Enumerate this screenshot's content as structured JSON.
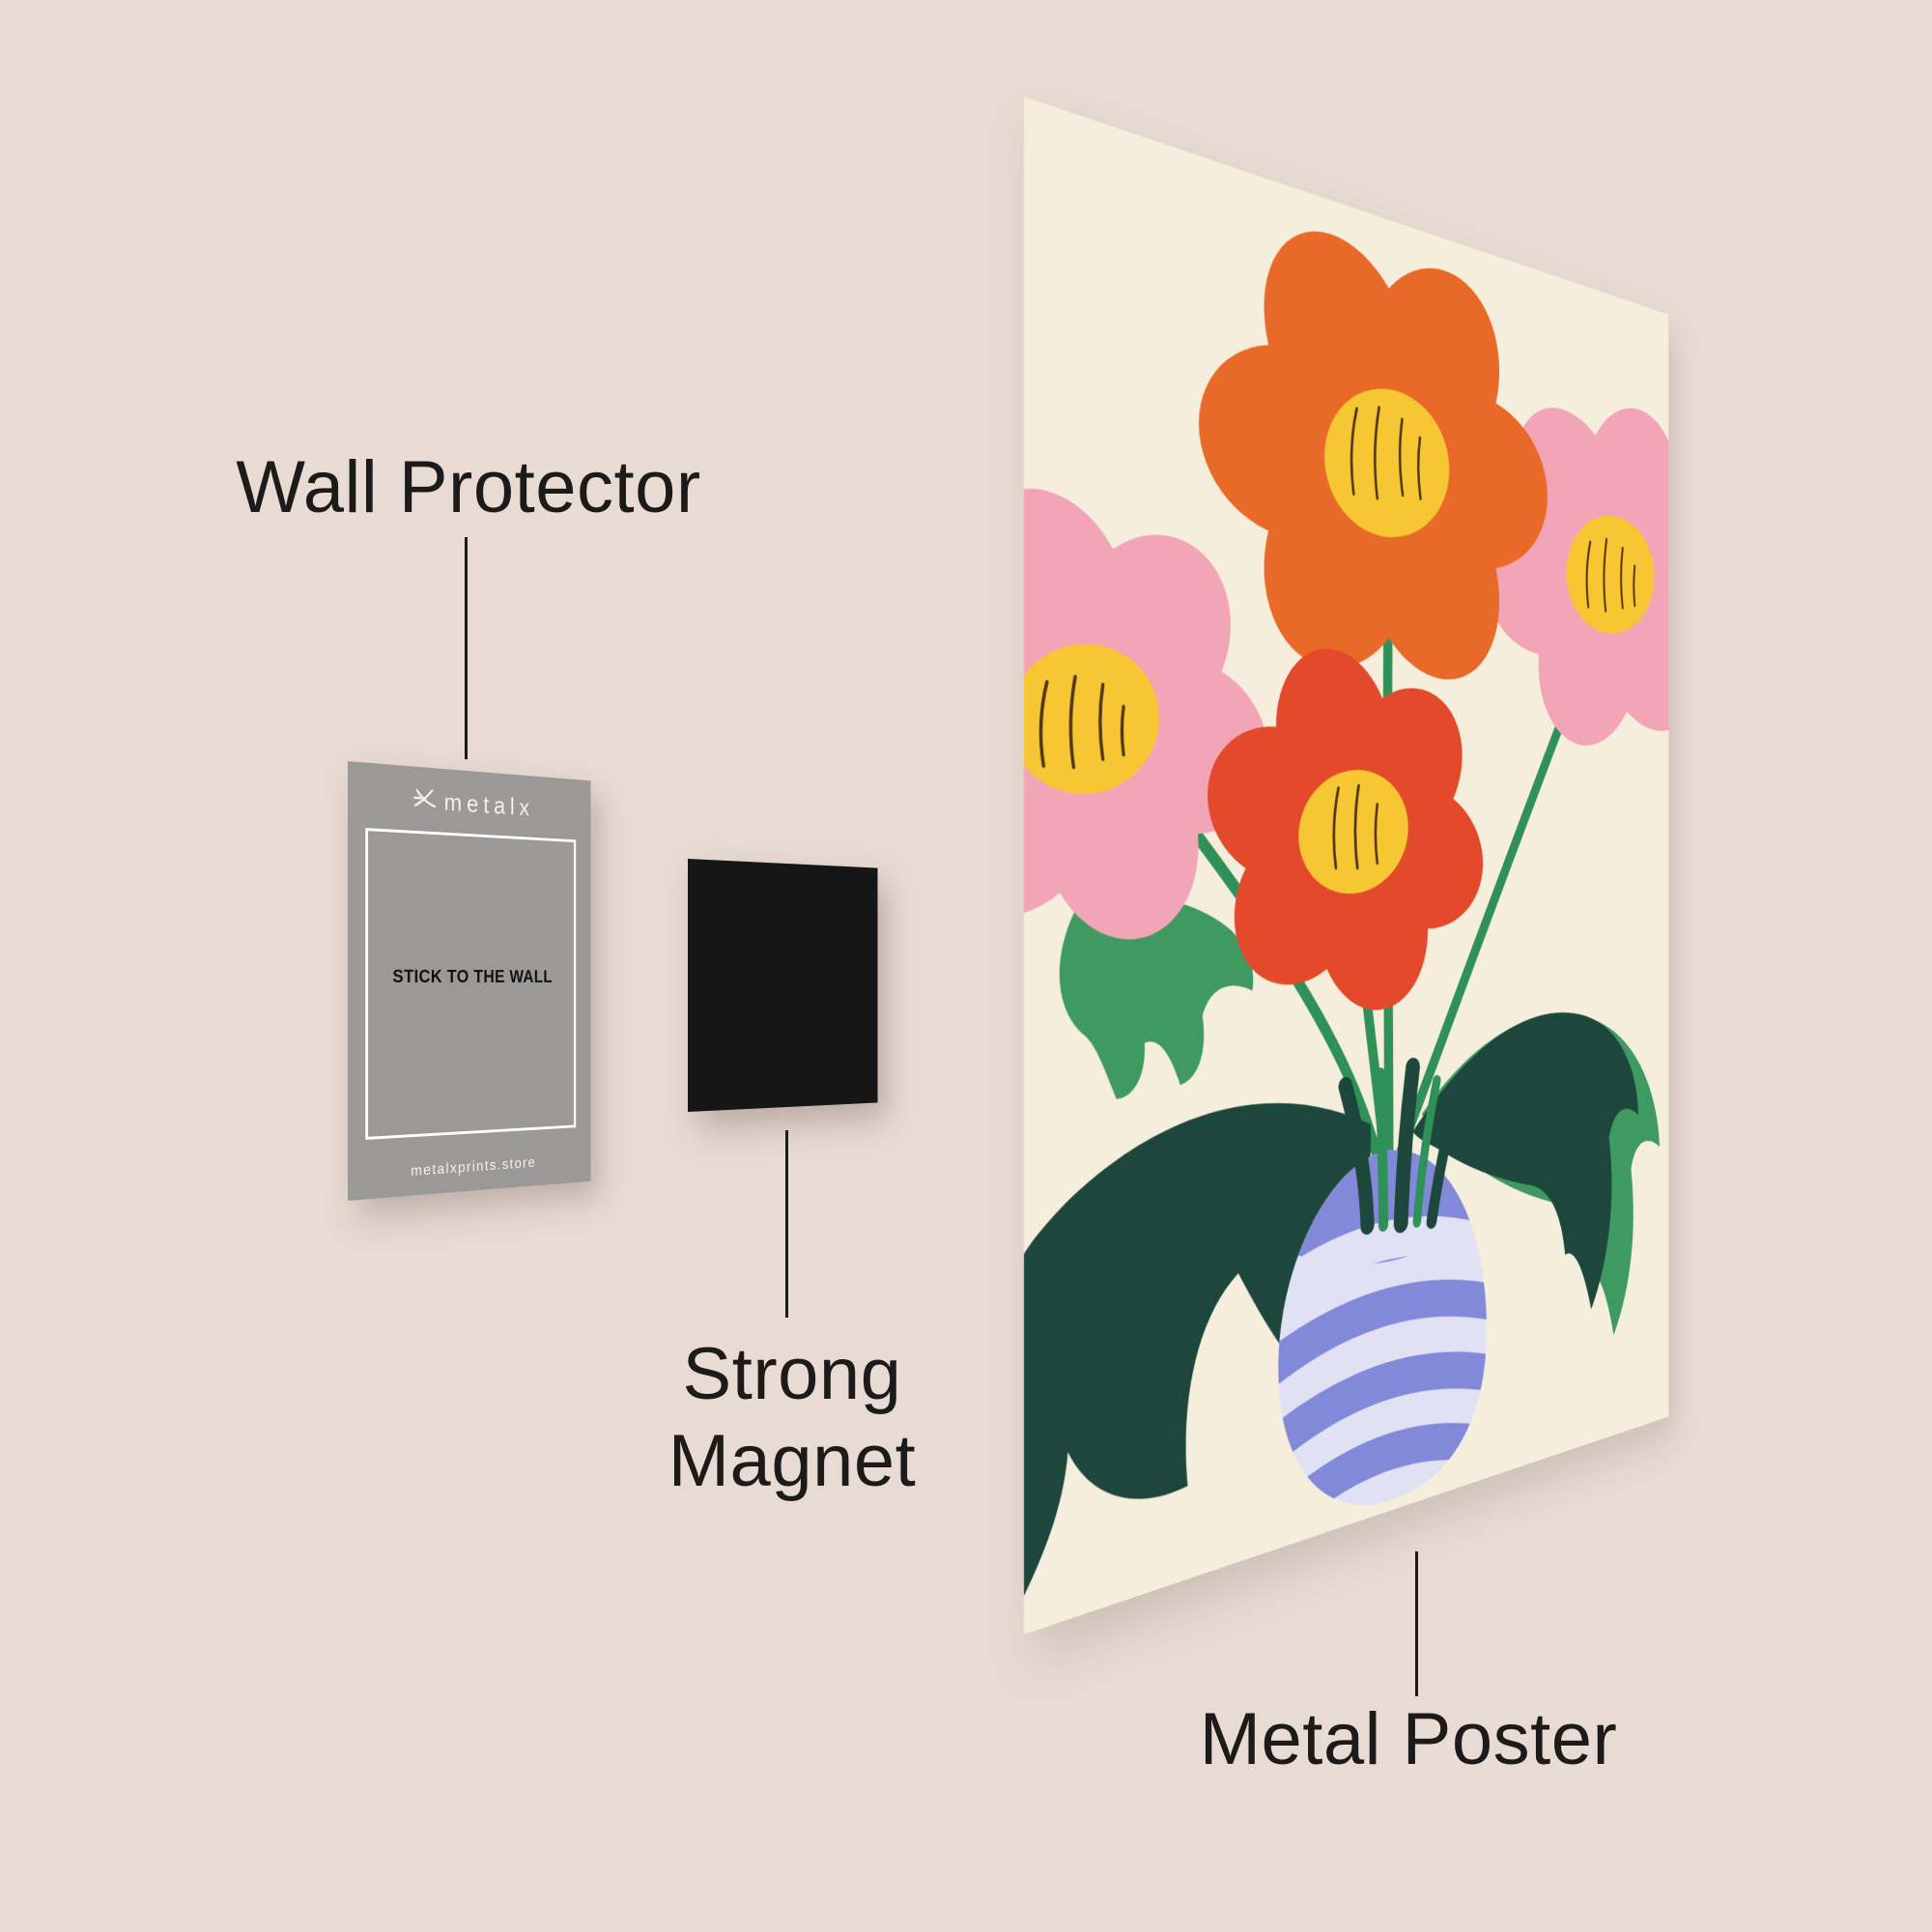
{
  "scene": {
    "wall_color": "#e8dbd3",
    "text_color": "#1d1b1a"
  },
  "wall_protector": {
    "label": "Wall Protector",
    "brand": "metalx",
    "card_text": "STICK TO THE WALL",
    "footer": "metalxprints.store",
    "card_color": "#9b9997"
  },
  "magnet": {
    "label_lines": [
      "Strong",
      "Magnet"
    ],
    "color": "#161616"
  },
  "poster": {
    "label": "Metal Poster",
    "artwork": {
      "subject": "flowers-in-striped-vase-illustration",
      "background": "#f5eedd",
      "pink": "#f2a5b7",
      "orange": "#e96a28",
      "red": "#e3492b",
      "yellow": "#f7c733",
      "scribble": "#3d2512",
      "leaf_dark": "#1d473c",
      "leaf_green": "#3f9a62",
      "stem": "#2f9158",
      "vase_light": "#e0e1f3",
      "vase_stripe": "#8289d9"
    }
  }
}
